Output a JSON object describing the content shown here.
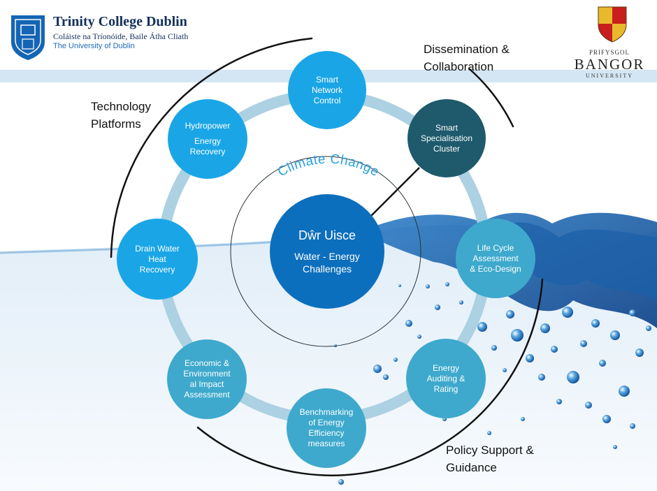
{
  "header": {
    "tcd_title": "Trinity College Dublin",
    "tcd_subtitle": "Coláiste na Tríonóide, Baile Átha Cliath",
    "tcd_university": "The University of Dublin",
    "bangor_prefix": "PRIFYSGOL",
    "bangor_name": "BANGOR",
    "bangor_university": "UNIVERSITY"
  },
  "arc_labels": {
    "technology": [
      "Technology",
      "Platforms"
    ],
    "dissemination": [
      "Dissemination &",
      "Collaboration"
    ],
    "policy": [
      "Policy Support &",
      "Guidance"
    ]
  },
  "center": {
    "arc_text": "Climate Change",
    "title": "Dŵr Uisce",
    "subtitle_lines": [
      "Water - Energy",
      "Challenges"
    ]
  },
  "nodes": {
    "smart_network": [
      "Smart",
      "Network",
      "Control"
    ],
    "smart_specialisation": [
      "Smart",
      "Specialisation",
      "Cluster"
    ],
    "life_cycle": [
      "Life Cycle",
      "Assessment",
      "& Eco-Design"
    ],
    "energy_auditing": [
      "Energy",
      "Auditing &",
      "Rating"
    ],
    "benchmarking": [
      "Benchmarking",
      "of Energy",
      "Efficiency",
      "measures"
    ],
    "economic": [
      "Economic &",
      "Environment",
      "al Impact",
      "Assessment"
    ],
    "drain_water": [
      "Drain Water",
      "Heat",
      "Recovery"
    ],
    "hydropower": {
      "line1": "Hydropower",
      "line2": [
        "Energy",
        "Recovery"
      ]
    }
  },
  "colors": {
    "node_primary": "#1aa6e6",
    "node_dark": "#1e5a6c",
    "node_teal": "#3ea9cc",
    "center": "#0c6fbd",
    "ring": "#a8cfe0",
    "water": "#dcecf7"
  }
}
